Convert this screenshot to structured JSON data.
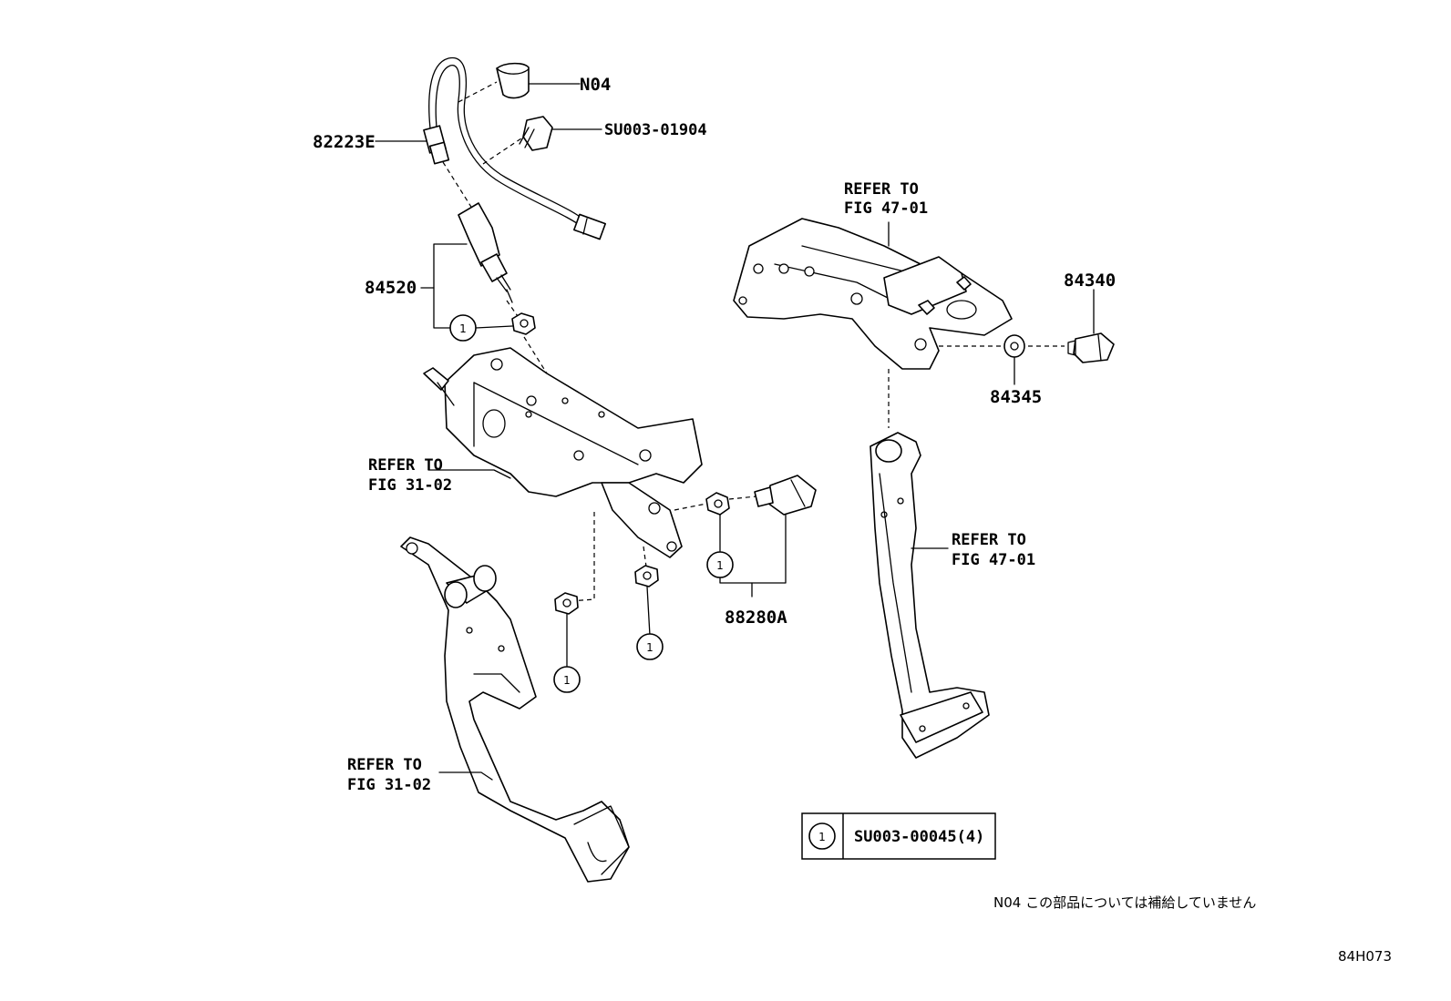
{
  "labels": {
    "n04": "N04",
    "su003_01904": "SU003-01904",
    "p82223e": "82223E",
    "p84520": "84520",
    "refer_fig47_top_1": "REFER TO",
    "refer_fig47_top_2": "FIG 47-01",
    "p84340": "84340",
    "p84345": "84345",
    "refer_fig31_mid_1": "REFER TO",
    "refer_fig31_mid_2": "FIG 31-02",
    "refer_fig47_mid_1": "REFER TO",
    "refer_fig47_mid_2": "FIG 47-01",
    "p88280a": "88280A",
    "refer_fig31_bot_1": "REFER TO",
    "refer_fig31_bot_2": "FIG 31-02"
  },
  "callout_number": "1",
  "legend": {
    "number": "1",
    "part": "SU003-00045(4)"
  },
  "note": "N04 この部品については補給していません",
  "figure_id": "84H073"
}
